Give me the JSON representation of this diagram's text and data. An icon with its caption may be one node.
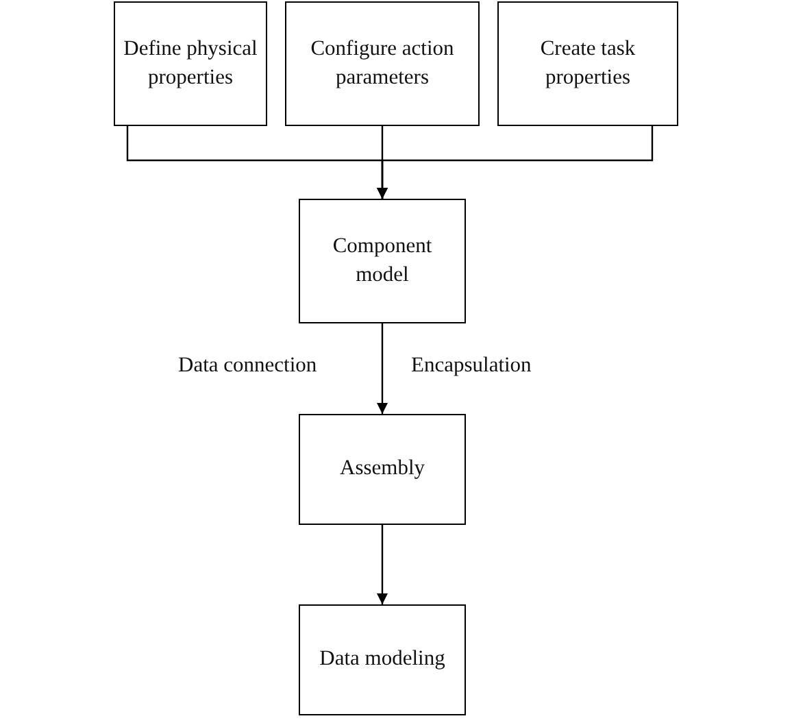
{
  "diagram": {
    "nodes": [
      {
        "text": [
          "Define physical properties"
        ]
      },
      {
        "text": [
          "Configure action parameters"
        ]
      },
      {
        "text": [
          "Create task properties"
        ]
      },
      {
        "text": [
          "Component model"
        ]
      },
      {
        "text": [
          "Assembly"
        ]
      },
      {
        "text": [
          "Data modeling"
        ]
      }
    ],
    "edges": [
      {
        "from": 0,
        "to": 3,
        "arrow": "to"
      },
      {
        "from": 1,
        "to": 3,
        "arrow": "to"
      },
      {
        "from": 2,
        "to": 3,
        "arrow": "to"
      },
      {
        "from": 3,
        "to": 4,
        "arrow": "to"
      },
      {
        "from": 4,
        "to": 5,
        "arrow": "to"
      }
    ],
    "labels": [
      "Data connection",
      "Encapsulation"
    ]
  }
}
